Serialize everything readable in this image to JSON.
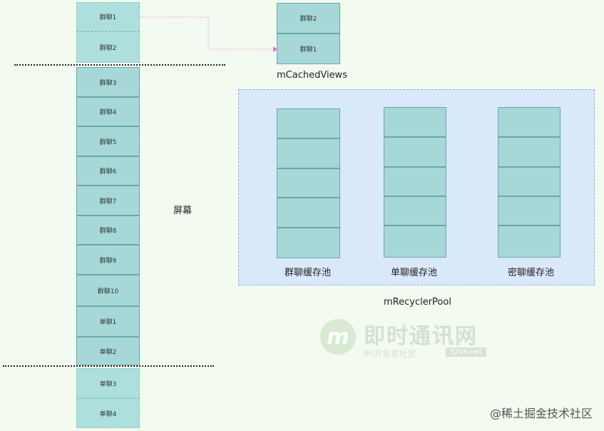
{
  "left_list": {
    "top_hidden": [
      "群聊1",
      "群聊2"
    ],
    "visible": [
      "群聊3",
      "群聊4",
      "群聊5",
      "群聊6",
      "群聊7",
      "群聊8",
      "群聊9",
      "群聊10",
      "单聊1",
      "单聊2"
    ],
    "bottom_hidden": [
      "单聊3",
      "单聊4"
    ]
  },
  "screen_label": "屏幕",
  "cached_views": {
    "items": [
      "群聊2",
      "群聊1"
    ],
    "label": "mCachedViews"
  },
  "recycler_pool": {
    "label": "mRecyclerPool",
    "stacks": [
      {
        "label": "群聊缓存池",
        "slots": 5
      },
      {
        "label": "单聊缓存池",
        "slots": 5
      },
      {
        "label": "密聊缓存池",
        "slots": 5
      }
    ]
  },
  "colors": {
    "cell_fill": "#a7d8d8",
    "cell_border": "#6aa7ad",
    "pool_fill": "#dae8fb",
    "arrow": "#ff66cc",
    "background": "#f3faf0"
  },
  "watermark": {
    "logo": "m",
    "title": "即时通讯网",
    "subtitle": "IM开发者社区",
    "url": "52im.net"
  },
  "credit": "@稀土掘金技术社区"
}
